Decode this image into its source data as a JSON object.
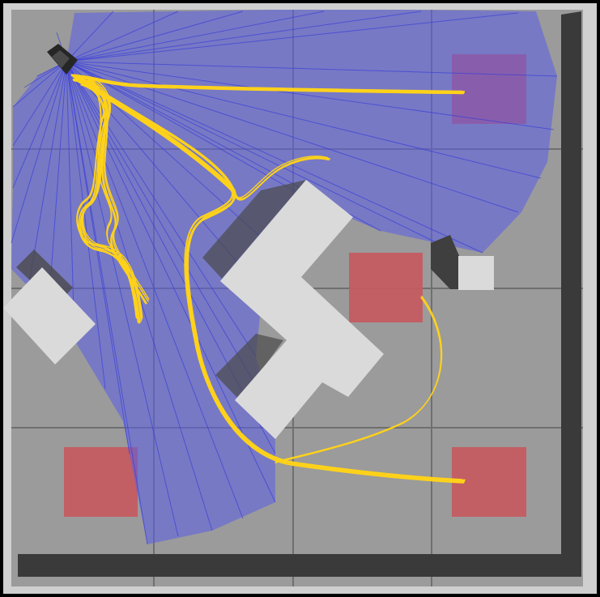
{
  "scene": {
    "grid_divisions": 4,
    "colors": {
      "outer_frame": "#000000",
      "floor_border": "#cfcfcf",
      "floor": "#9b9b9b",
      "grid_line": "#6f6f6f",
      "wall": "#3a3a3a",
      "target": "#c65a60",
      "obstacle_top": "#dadada",
      "obstacle_shadow": "#4a4a4a",
      "sensor_fan": "#5a5de8",
      "sensor_fan_alpha": 0.55,
      "sensor_ray": "#3b3fd6",
      "trajectory": "#ffd21a",
      "robot": "#262626"
    },
    "robot_icon": "robot-icon",
    "target_count": 4,
    "obstacle_count": 3,
    "trajectory_bundles": 4
  }
}
